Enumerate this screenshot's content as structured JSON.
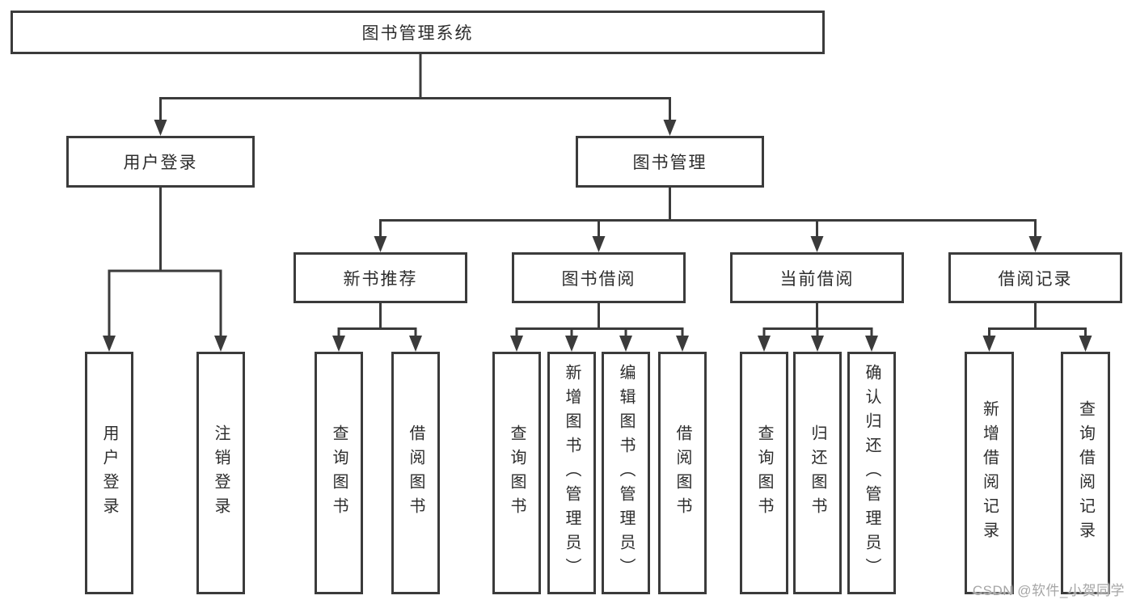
{
  "diagram": {
    "root": {
      "label": "图书管理系统"
    },
    "branches": {
      "user_login": {
        "label": "用户登录",
        "children": {
          "login": "用户登录",
          "logout": "注销登录"
        }
      },
      "book_management": {
        "label": "图书管理",
        "children": {
          "new_book_recommend": {
            "label": "新书推荐",
            "children": {
              "query_books": "查询图书",
              "borrow_books": "借阅图书"
            }
          },
          "book_borrow": {
            "label": "图书借阅",
            "children": {
              "query_books": "查询图书",
              "add_books_admin": "新增图书（管理员）",
              "edit_books_admin": "编辑图书（管理员）",
              "borrow_books": "借阅图书"
            }
          },
          "current_borrow": {
            "label": "当前借阅",
            "children": {
              "query_books": "查询图书",
              "return_books": "归还图书",
              "confirm_return_admin": "确认归还（管理员）"
            }
          },
          "borrow_records": {
            "label": "借阅记录",
            "children": {
              "add_record": "新增借阅记录",
              "query_record": "查询借阅记录"
            }
          }
        }
      }
    }
  },
  "watermark": {
    "text": "CSDN @软件_小贺同学"
  },
  "colors": {
    "line": "#3b3b3b",
    "box_border": "#3b3b3b",
    "text": "#2d2d2d",
    "watermark": "#a6a6a6",
    "background": "#ffffff"
  }
}
